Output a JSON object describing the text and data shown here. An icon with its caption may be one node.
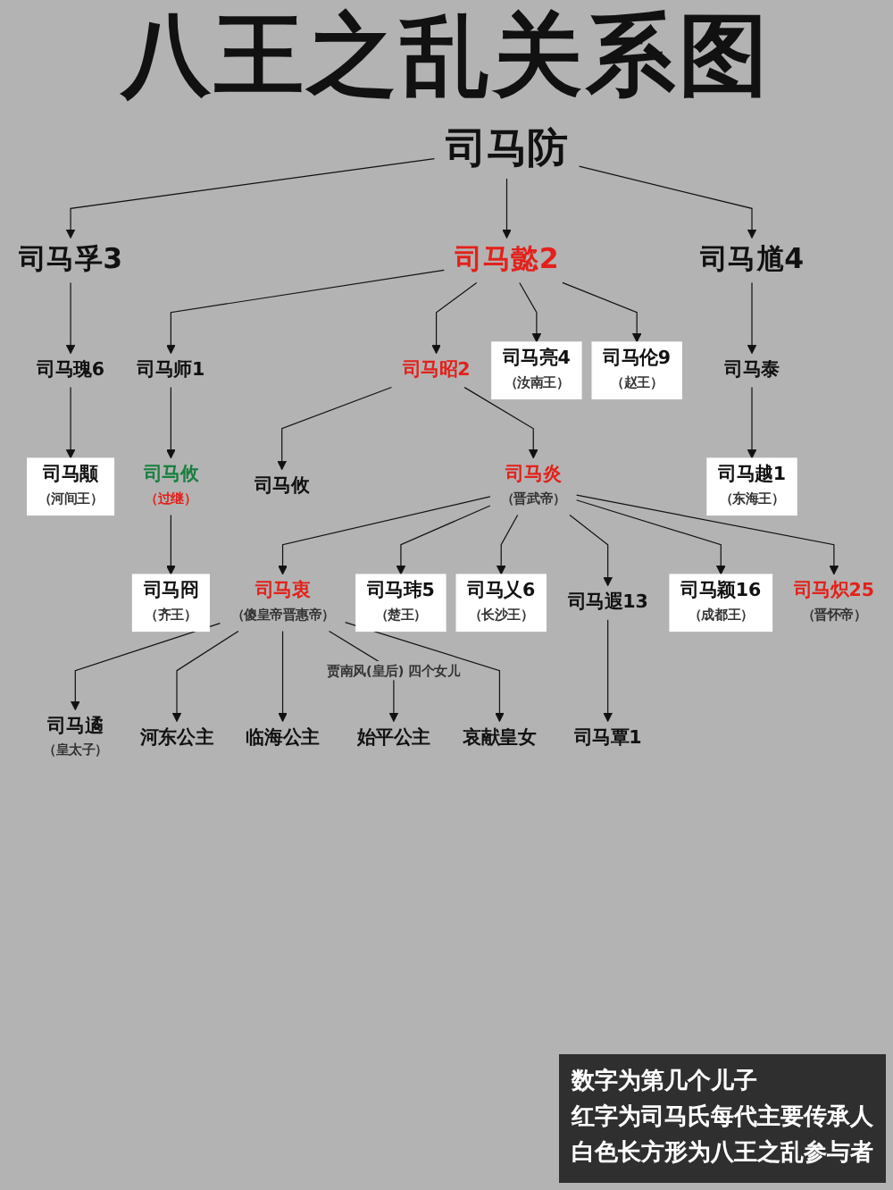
{
  "diagram": {
    "title": "八王之乱关系图",
    "nodes": [
      {
        "text": [
          "司马防"
        ]
      },
      {
        "text": [
          "司马孚3"
        ]
      },
      {
        "text": [
          "司马懿2"
        ]
      },
      {
        "text": [
          "司马馗4"
        ]
      },
      {
        "text": [
          "司马瑰6"
        ]
      },
      {
        "text": [
          "司马师1"
        ]
      },
      {
        "text": [
          "司马昭2"
        ]
      },
      {
        "text": [
          "司马亮4",
          "（汝南王）"
        ]
      },
      {
        "text": [
          "司马伦9",
          "（赵王）"
        ]
      },
      {
        "text": [
          "司马泰"
        ]
      },
      {
        "text": [
          "司马颙",
          "（河间王）"
        ]
      },
      {
        "text": [
          "司马攸",
          "（过继）"
        ]
      },
      {
        "text": [
          "司马攸"
        ]
      },
      {
        "text": [
          "司马炎",
          "（晋武帝）"
        ]
      },
      {
        "text": [
          "司马越1",
          "（东海王）"
        ]
      },
      {
        "text": [
          "司马冏",
          "（齐王）"
        ]
      },
      {
        "text": [
          "司马衷",
          "（傻皇帝晋惠帝）"
        ]
      },
      {
        "text": [
          "司马玮5",
          "（楚王）"
        ]
      },
      {
        "text": [
          "司马乂6",
          "（长沙王）"
        ]
      },
      {
        "text": [
          "司马遐13"
        ]
      },
      {
        "text": [
          "司马颖16",
          "（成都王）"
        ]
      },
      {
        "text": [
          "司马炽25",
          "（晋怀帝）"
        ]
      },
      {
        "text": [
          "司马遹",
          "（皇太子）"
        ]
      },
      {
        "text": [
          "河东公主"
        ]
      },
      {
        "text": [
          "临海公主"
        ]
      },
      {
        "text": [
          "始平公主"
        ]
      },
      {
        "text": [
          "哀献皇女"
        ]
      },
      {
        "text": [
          "司马覃1"
        ]
      }
    ],
    "edges": [
      {
        "from": 0,
        "to": 1,
        "arrow": "to"
      },
      {
        "from": 0,
        "to": 2,
        "arrow": "to"
      },
      {
        "from": 0,
        "to": 3,
        "arrow": "to"
      },
      {
        "from": 1,
        "to": 4,
        "arrow": "to"
      },
      {
        "from": 2,
        "to": 5,
        "arrow": "to"
      },
      {
        "from": 2,
        "to": 6,
        "arrow": "to"
      },
      {
        "from": 2,
        "to": 7,
        "arrow": "to"
      },
      {
        "from": 2,
        "to": 8,
        "arrow": "to"
      },
      {
        "from": 3,
        "to": 9,
        "arrow": "to"
      },
      {
        "from": 4,
        "to": 10,
        "arrow": "to"
      },
      {
        "from": 5,
        "to": 11,
        "arrow": "to"
      },
      {
        "from": 6,
        "to": 12,
        "arrow": "to"
      },
      {
        "from": 6,
        "to": 13,
        "arrow": "to"
      },
      {
        "from": 9,
        "to": 14,
        "arrow": "to"
      },
      {
        "from": 11,
        "to": 15,
        "arrow": "to"
      },
      {
        "from": 13,
        "to": 16,
        "arrow": "to"
      },
      {
        "from": 13,
        "to": 17,
        "arrow": "to"
      },
      {
        "from": 13,
        "to": 18,
        "arrow": "to"
      },
      {
        "from": 13,
        "to": 19,
        "arrow": "to"
      },
      {
        "from": 13,
        "to": 20,
        "arrow": "to"
      },
      {
        "from": 13,
        "to": 21,
        "arrow": "to"
      },
      {
        "from": 16,
        "to": 22,
        "arrow": "to"
      },
      {
        "from": 16,
        "to": 23,
        "arrow": "to"
      },
      {
        "from": 16,
        "to": 24,
        "arrow": "to"
      },
      {
        "from": 16,
        "to": 25,
        "arrow": "to",
        "label": "贾南风(皇后) 四个女儿"
      },
      {
        "from": 16,
        "to": 26,
        "arrow": "to"
      },
      {
        "from": 19,
        "to": 27,
        "arrow": "to"
      }
    ],
    "labels": [
      "数字为第几个儿子",
      "红字为司马氏每代主要传承人",
      "白色长方形为八王之乱参与者"
    ]
  }
}
